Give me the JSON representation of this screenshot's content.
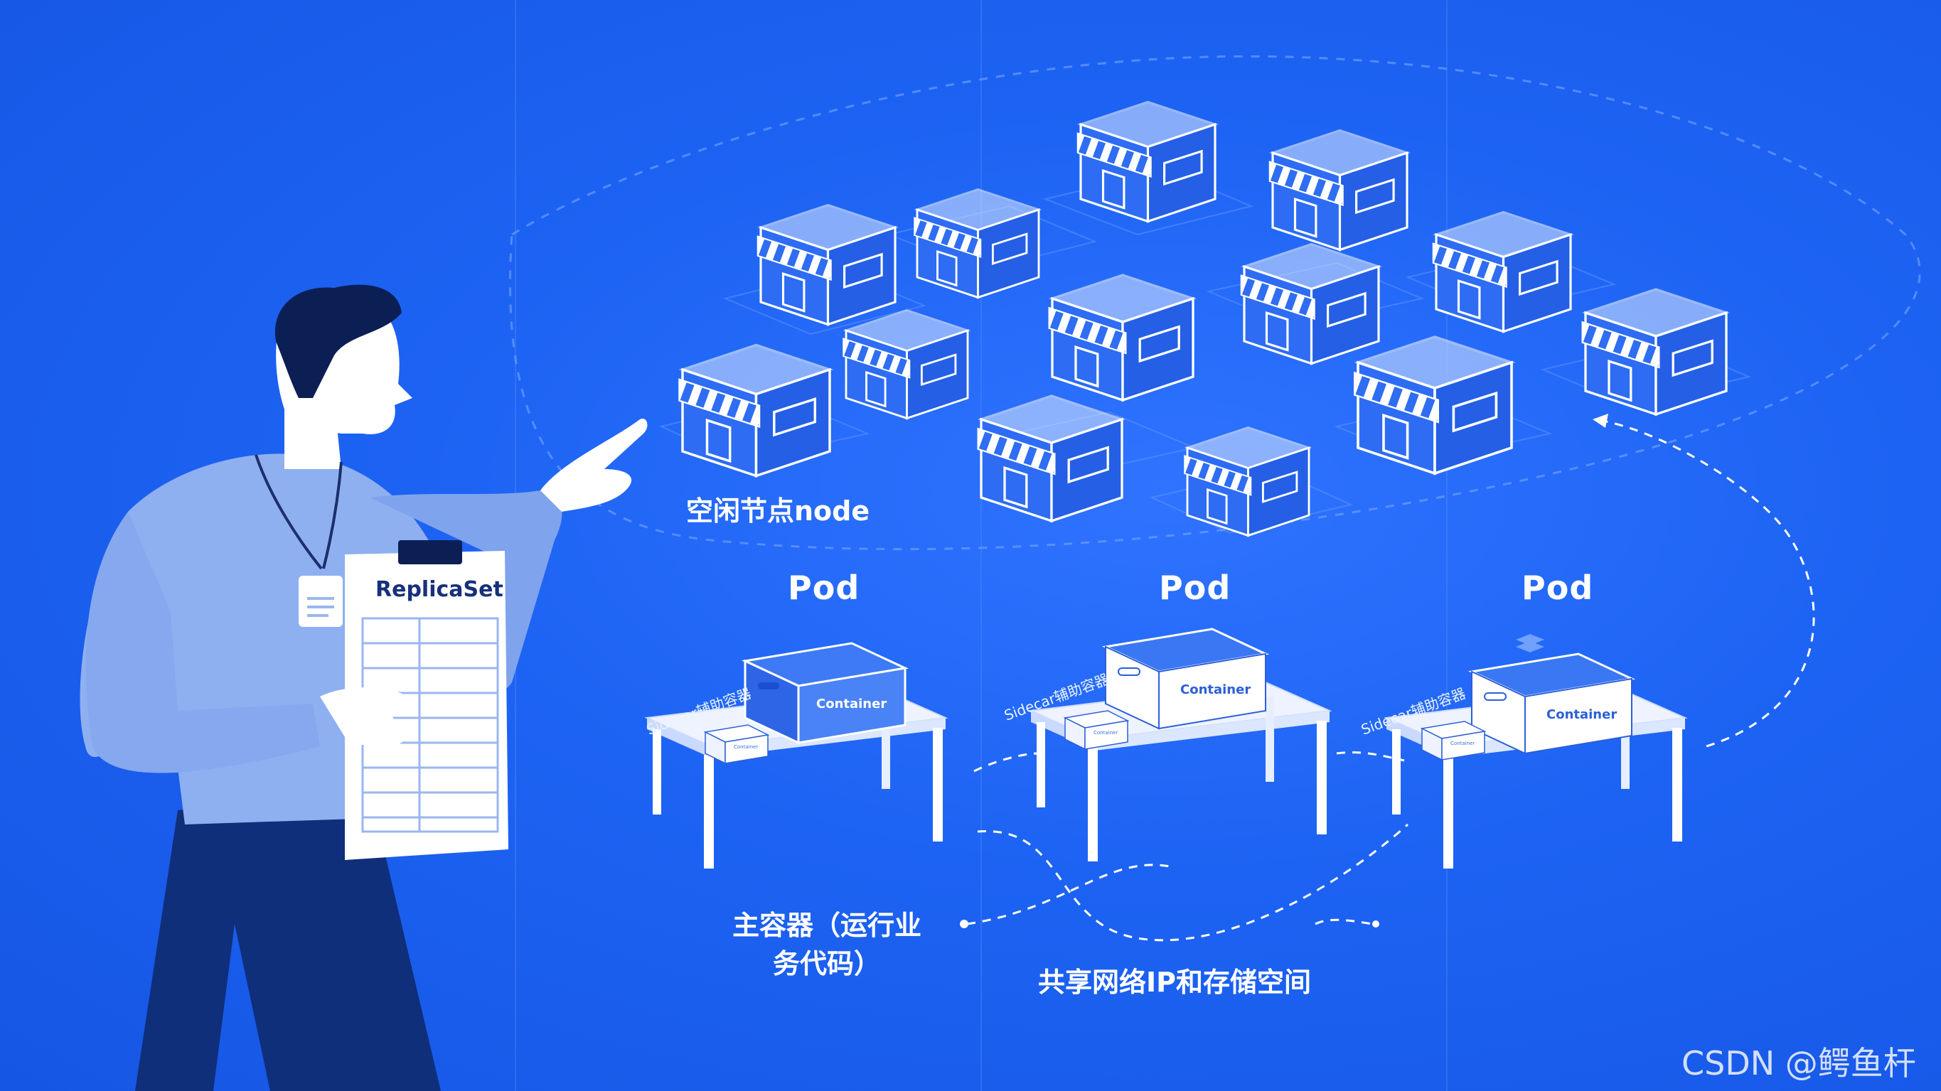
{
  "nodes": {
    "label": "空闲节点node",
    "count": 13
  },
  "pods": [
    {
      "title": "Pod",
      "sidecar_label": "Sidecar辅助容器",
      "container_label": "Container",
      "small_container_label": "Container"
    },
    {
      "title": "Pod",
      "sidecar_label": "Sidecar辅助容器",
      "container_label": "Container",
      "small_container_label": "Container"
    },
    {
      "title": "Pod",
      "sidecar_label": "Sidecar辅助容器",
      "container_label": "Container",
      "small_container_label": "Container"
    }
  ],
  "person": {
    "clipboard_title": "ReplicaSet"
  },
  "captions": {
    "main_container_line1": "主容器（运行业",
    "main_container_line2": "务代码）",
    "shared": "共享网络IP和存储空间"
  },
  "watermark": "CSDN @鳄鱼杆",
  "colors": {
    "background": "#1c5ff0",
    "line": "#ffffff",
    "person_skin": "#ffffff",
    "person_shirt": "#8fb0f0",
    "person_pants": "#0f2f7a",
    "person_hair": "#0c1f55"
  },
  "icons": [
    "store-icon",
    "table-icon",
    "box-icon",
    "clipboard-icon",
    "badge-icon"
  ]
}
